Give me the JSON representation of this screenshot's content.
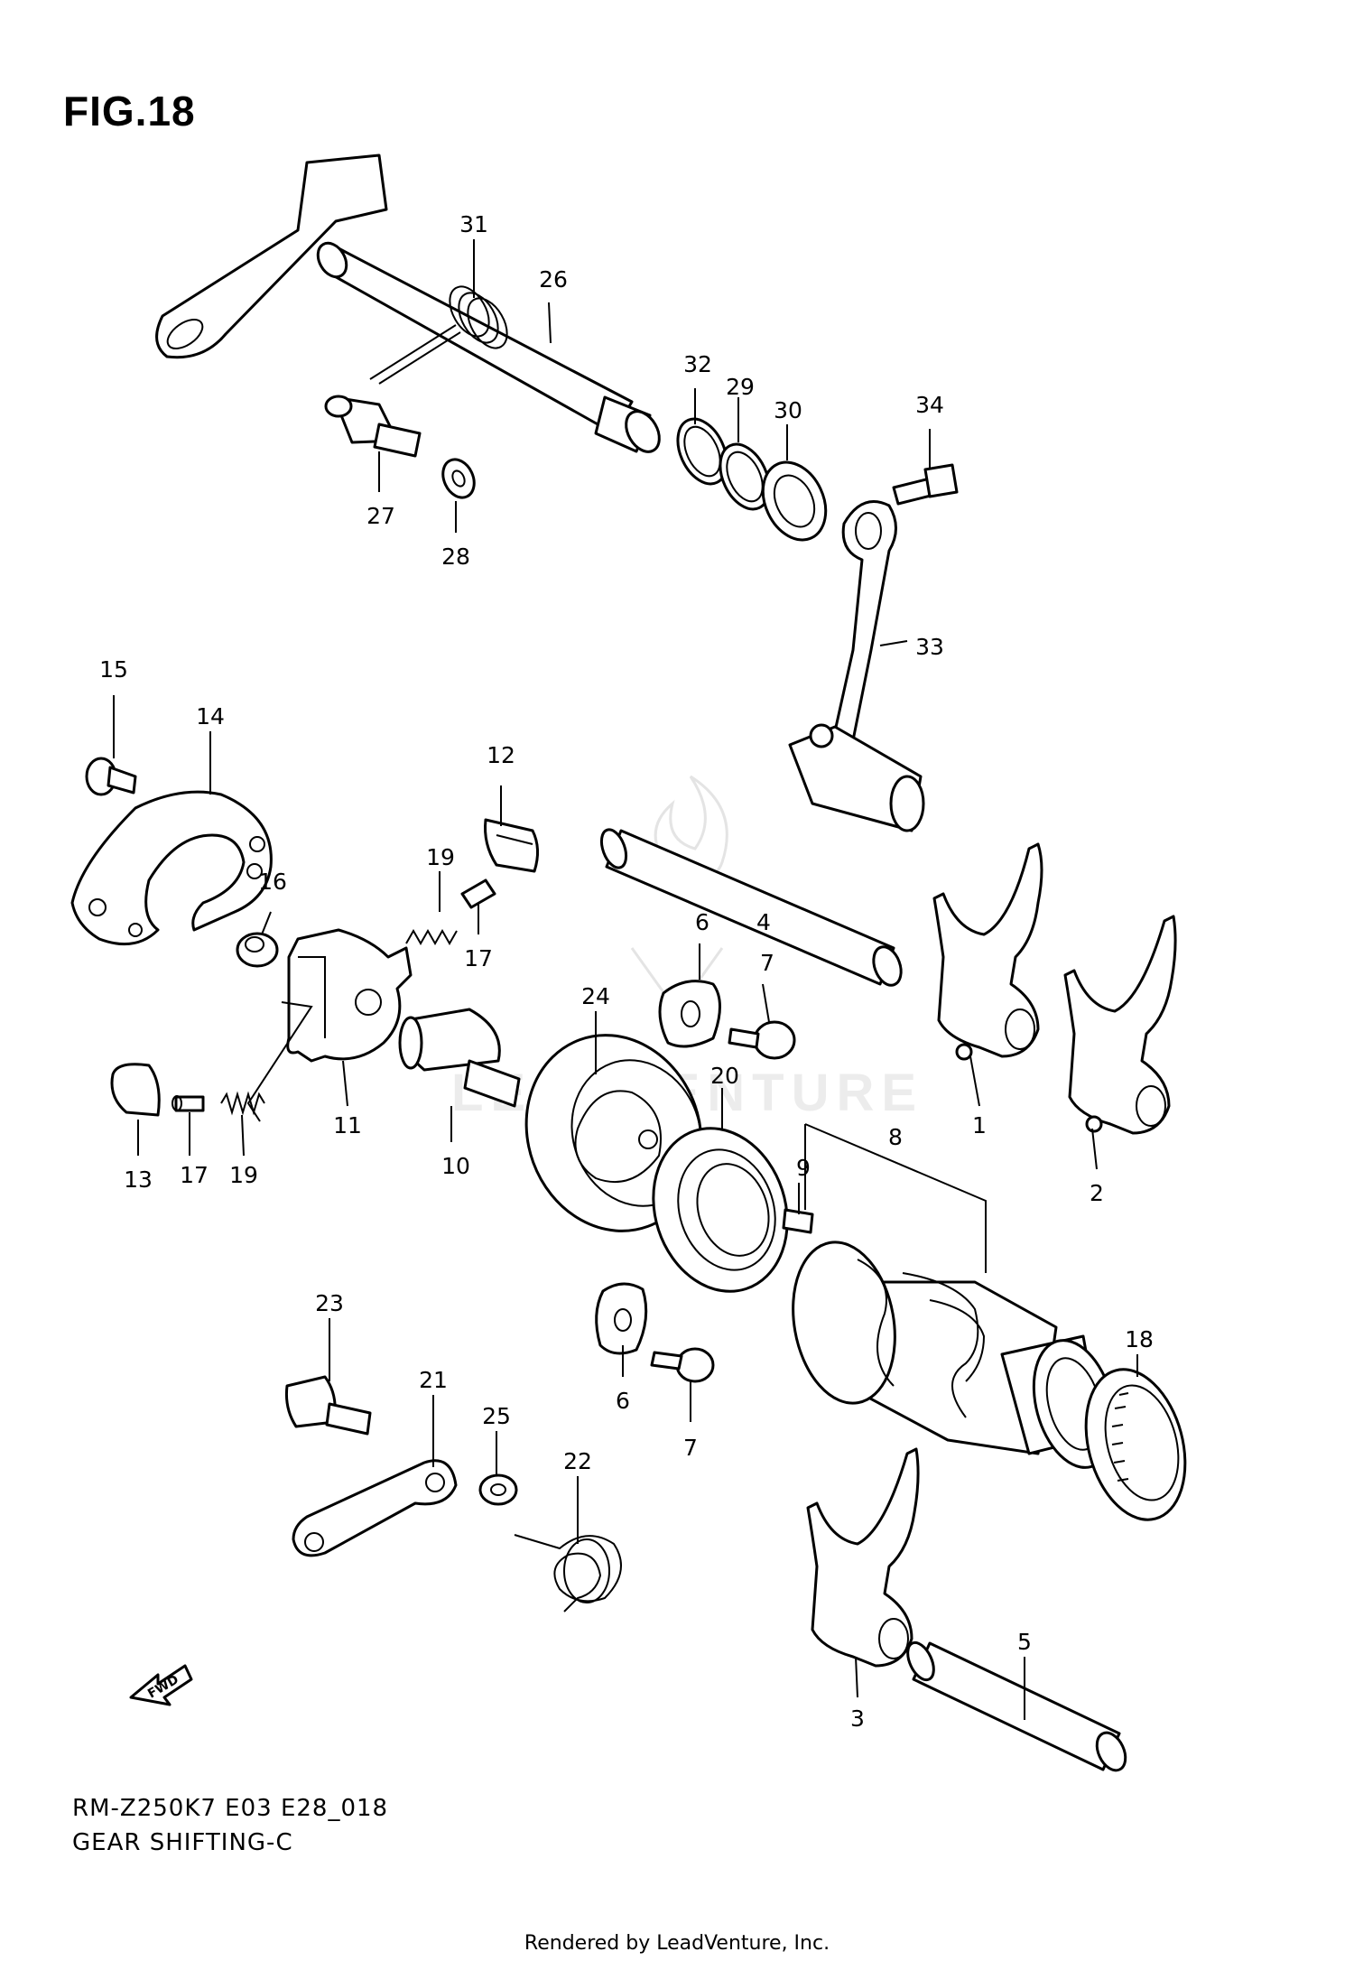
{
  "figure": {
    "title": "FIG.18",
    "code": "RM-Z250K7 E03 E28_018",
    "name": "GEAR SHIFTING-C",
    "footer": "Rendered by LeadVenture, Inc.",
    "watermark": "LEADVENTURE"
  },
  "fwd_label": "FWD",
  "part_labels": {
    "p1": "1",
    "p2": "2",
    "p3": "3",
    "p4": "4",
    "p5": "5",
    "p6a": "6",
    "p6b": "6",
    "p7a": "7",
    "p7b": "7",
    "p8": "8",
    "p9": "9",
    "p10": "10",
    "p11": "11",
    "p12": "12",
    "p13": "13",
    "p14": "14",
    "p15": "15",
    "p16": "16",
    "p17a": "17",
    "p17b": "17",
    "p18": "18",
    "p19a": "19",
    "p19b": "19",
    "p20": "20",
    "p21": "21",
    "p22": "22",
    "p23": "23",
    "p24": "24",
    "p25": "25",
    "p26": "26",
    "p27": "27",
    "p28": "28",
    "p29": "29",
    "p30": "30",
    "p31": "31",
    "p32": "32",
    "p33": "33",
    "p34": "34"
  }
}
